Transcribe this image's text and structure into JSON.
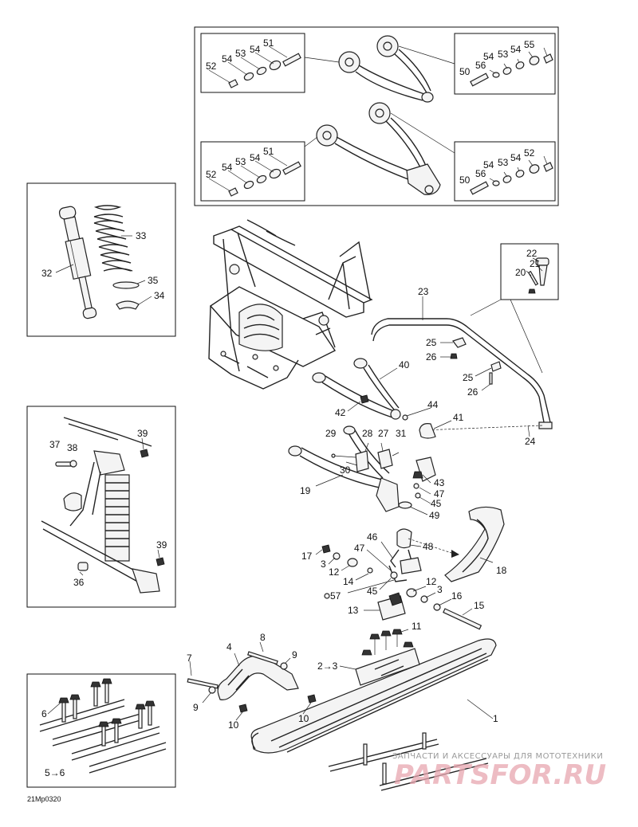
{
  "callouts": {
    "inset_top_left_a": {
      "c52": "52",
      "c54": "54",
      "c53": "53",
      "c54b": "54",
      "c51": "51"
    },
    "inset_top_right_a": {
      "c50": "50",
      "c56": "56",
      "c53": "53",
      "c54": "54",
      "c55": "55",
      "c54b": "54"
    },
    "inset_top_left_b": {
      "c52": "52",
      "c54": "54",
      "c53": "53",
      "c54b": "54",
      "c51": "51"
    },
    "inset_top_right_b": {
      "c50": "50",
      "c56": "56",
      "c53": "53",
      "c54": "54",
      "c52": "52",
      "c54b": "54"
    },
    "shock_inset": {
      "c32": "32",
      "c33": "33",
      "c34": "34",
      "c35": "35"
    },
    "mount_inset": {
      "c37": "37",
      "c38": "38",
      "c39a": "39",
      "c39b": "39",
      "c36": "36"
    },
    "runner_inset": {
      "c6": "6",
      "c5to6": "5→6"
    },
    "sway_inset": {
      "c22": "22",
      "c21": "21",
      "c20": "20"
    },
    "main": {
      "c1": "1",
      "c2to3": "2→3",
      "c3a": "3",
      "c3b": "3",
      "c4": "4",
      "c7": "7",
      "c8": "8",
      "c9a": "9",
      "c9b": "9",
      "c10a": "10",
      "c10b": "10",
      "c11": "11",
      "c12a": "12",
      "c12b": "12",
      "c13": "13",
      "c14": "14",
      "c15": "15",
      "c16": "16",
      "c17": "17",
      "c18": "18",
      "c19": "19",
      "c23": "23",
      "c24": "24",
      "c25a": "25",
      "c25b": "25",
      "c26a": "26",
      "c26b": "26",
      "c27": "27",
      "c28": "28",
      "c29": "29",
      "c30": "30",
      "c31": "31",
      "c40": "40",
      "c41": "41",
      "c42": "42",
      "c43": "43",
      "c44": "44",
      "c45a": "45",
      "c45b": "45",
      "c46": "46",
      "c47a": "47",
      "c47b": "47",
      "c48": "48",
      "c49": "49",
      "c57": "57"
    }
  },
  "figure_ref": "21Mp0320",
  "watermark": {
    "line1": "ЗАПЧАСТИ И АКСЕССУАРЫ ДЛЯ МОТОТЕХНИКИ",
    "line2": "PARTSFOR.RU"
  }
}
